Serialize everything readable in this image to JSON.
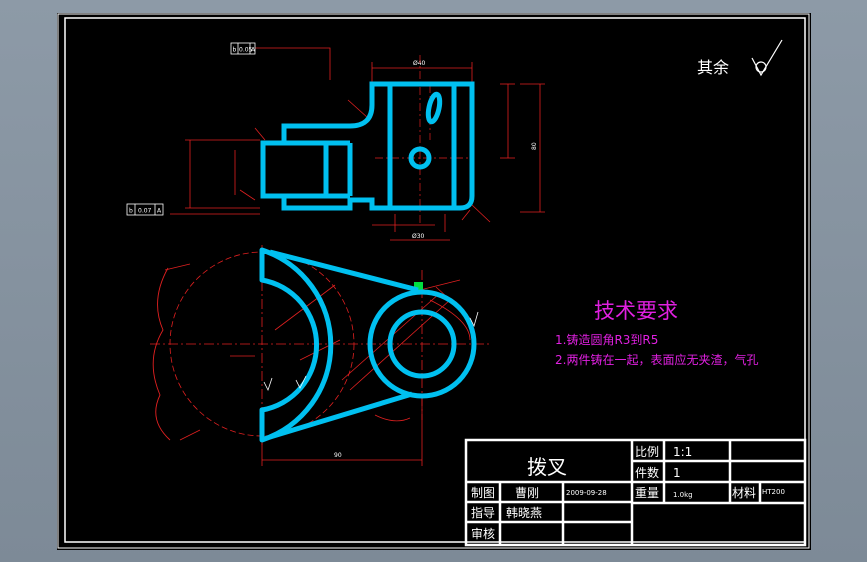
{
  "drawing": {
    "roughness_symbol": {
      "label": "其余"
    },
    "tech_requirements": {
      "title": "技术要求",
      "items": [
        "1.铸造圆角R3到R5",
        "2.两件铸在一起，表面应无夹渣，气孔"
      ]
    },
    "dimensions": {
      "top_diameter": "Ø40",
      "height": "80",
      "bottom_width": "90",
      "bottom_offset": "Ø30"
    },
    "tolerance_frames": [
      {
        "symbol": "b",
        "value": "0.05",
        "datum": "A"
      },
      {
        "symbol": "b",
        "value": "0.07",
        "datum": "A"
      }
    ],
    "title_block": {
      "part_name": "拨叉",
      "scale_label": "比例",
      "scale_value": "1:1",
      "qty_label": "件数",
      "qty_value": "1",
      "weight_label": "重量",
      "weight_value": "1.0kg",
      "material_label": "材料",
      "material_value": "HT200",
      "drawn_label": "制图",
      "drawn_name": "曹刚",
      "drawn_date": "2009-09-28",
      "guide_label": "指导",
      "guide_name": "韩晓燕",
      "review_label": "审核"
    }
  },
  "colors": {
    "frame_bg": "#000000",
    "outline": "#00c0f0",
    "dimension": "#e02020",
    "text_white": "#ffffff",
    "tech_magenta": "#e020e0"
  }
}
